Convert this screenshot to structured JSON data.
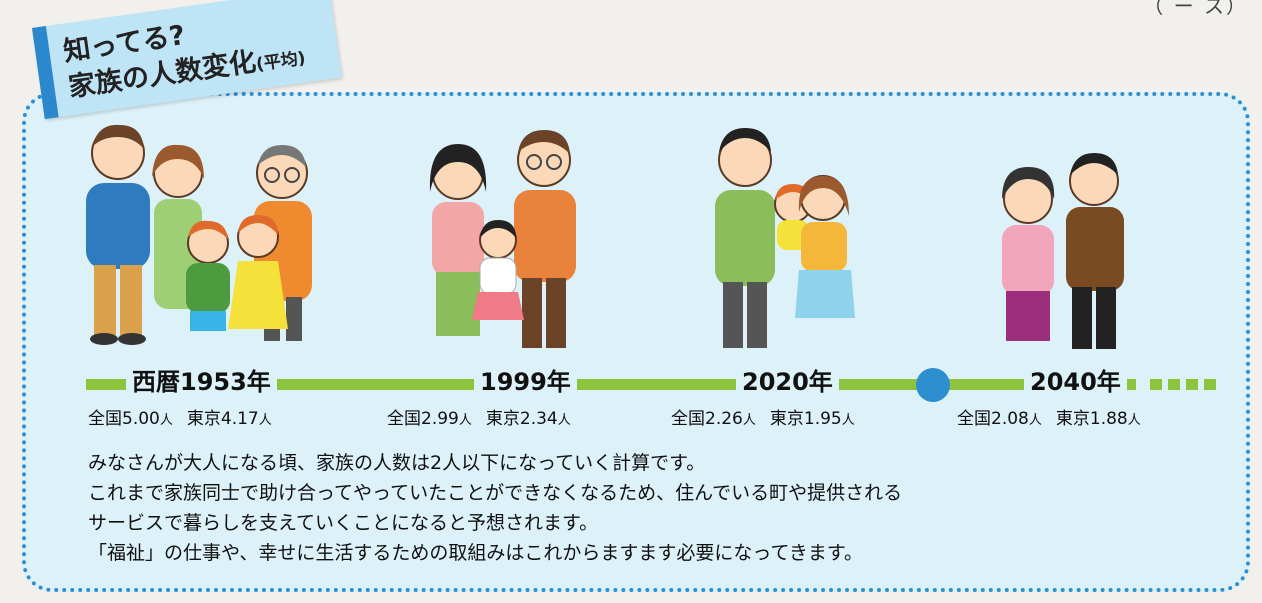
{
  "corner_text": "（ ー ス）",
  "banner": {
    "line1": "知ってる?",
    "line2": "家族の人数変化",
    "line2_suffix": "(平均)"
  },
  "timeline": [
    {
      "year": "西暦1953年",
      "national_label": "全国",
      "national": "5.00",
      "tokyo_label": "東京",
      "tokyo": "4.17",
      "unit": "人"
    },
    {
      "year": "1999年",
      "national_label": "全国",
      "national": "2.99",
      "tokyo_label": "東京",
      "tokyo": "2.34",
      "unit": "人"
    },
    {
      "year": "2020年",
      "national_label": "全国",
      "national": "2.26",
      "tokyo_label": "東京",
      "tokyo": "1.95",
      "unit": "人"
    },
    {
      "year": "2040年",
      "national_label": "全国",
      "national": "2.08",
      "tokyo_label": "東京",
      "tokyo": "1.88",
      "unit": "人"
    }
  ],
  "description": [
    "みなさんが大人になる頃、家族の人数は2人以下になっていく計算です。",
    "これまで家族同士で助け合ってやっていたことができなくなるため、住んでいる町や提供される",
    "サービスで暮らしを支えていくことになると予想されます。",
    "「福祉」の仕事や、幸せに生活するための取組みはこれからますます必要になってきます。"
  ],
  "colors": {
    "panel_bg": "#dcf1f8",
    "border": "#2e8fd0",
    "timeline": "#8cc43e",
    "banner_bg": "#bfe4f6"
  }
}
